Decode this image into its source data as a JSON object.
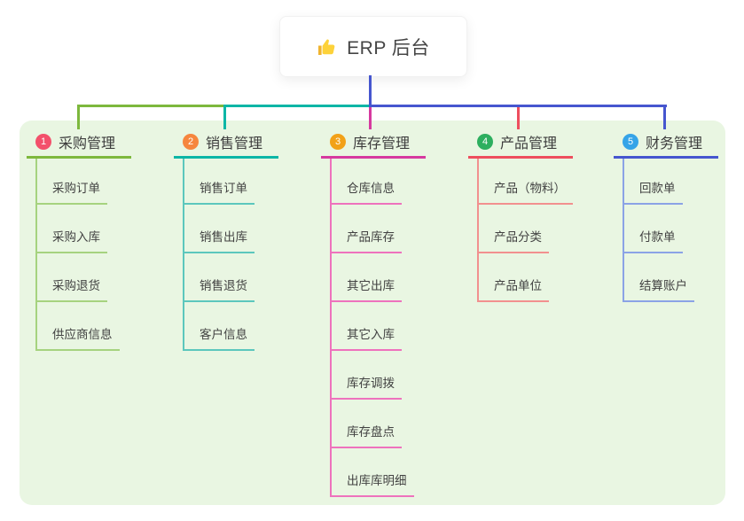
{
  "root": {
    "title": "ERP 后台",
    "icon": "thumbs-up",
    "icon_color": "#fdd23a",
    "connector_color": "#4656cf"
  },
  "canvas": {
    "panel_color": "#e9f6e2",
    "background_color": "#ffffff"
  },
  "branches": [
    {
      "number": "1",
      "label": "采购管理",
      "badge_color": "#f3506b",
      "line_color": "#7db83d",
      "leaf_line_color": "#a6d37f",
      "children": [
        "采购订单",
        "采购入库",
        "采购退货",
        "供应商信息"
      ]
    },
    {
      "number": "2",
      "label": "销售管理",
      "badge_color": "#f6863e",
      "line_color": "#0cb6a6",
      "leaf_line_color": "#5cc7bd",
      "children": [
        "销售订单",
        "销售出库",
        "销售退货",
        "客户信息"
      ]
    },
    {
      "number": "3",
      "label": "库存管理",
      "badge_color": "#f2a118",
      "line_color": "#d6399f",
      "leaf_line_color": "#ee72bd",
      "children": [
        "仓库信息",
        "产品库存",
        "其它出库",
        "其它入库",
        "库存调拨",
        "库存盘点",
        "出库库明细"
      ]
    },
    {
      "number": "4",
      "label": "产品管理",
      "badge_color": "#2daf5f",
      "line_color": "#ee4e5e",
      "leaf_line_color": "#f2908f",
      "children": [
        "产品（物料）",
        "产品分类",
        "产品单位"
      ]
    },
    {
      "number": "5",
      "label": "财务管理",
      "badge_color": "#35a4e8",
      "line_color": "#4656cf",
      "leaf_line_color": "#8ba3e6",
      "children": [
        "回款单",
        "付款单",
        "结算账户"
      ]
    }
  ]
}
